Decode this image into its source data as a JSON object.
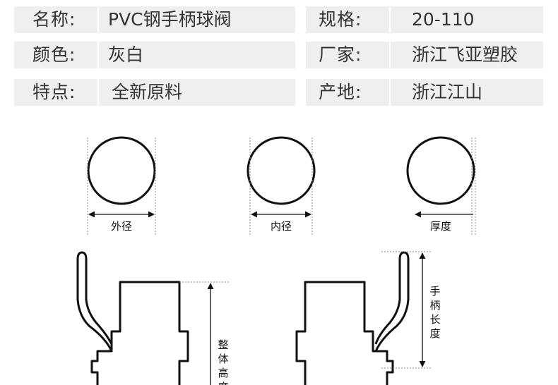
{
  "specs": [
    {
      "label": "名称:",
      "value": "PVC钢手柄球阀"
    },
    {
      "label": "规格:",
      "value": "20-110"
    },
    {
      "label": "颜色:",
      "value": "灰白"
    },
    {
      "label": "厂家:",
      "value": "浙江飞亚塑胶"
    },
    {
      "label": "特点:",
      "value": "全新原料"
    },
    {
      "label": "产地:",
      "value": "浙江江山"
    }
  ],
  "diagram": {
    "outer_diameter": "外径",
    "inner_diameter": "内径",
    "thickness": "厚度",
    "total_height": [
      "整",
      "体",
      "高",
      "度"
    ],
    "handle_length": [
      "手",
      "柄",
      "长",
      "度"
    ]
  },
  "colors": {
    "band": "#efefef",
    "line": "#111111",
    "dotted": "#888888"
  }
}
